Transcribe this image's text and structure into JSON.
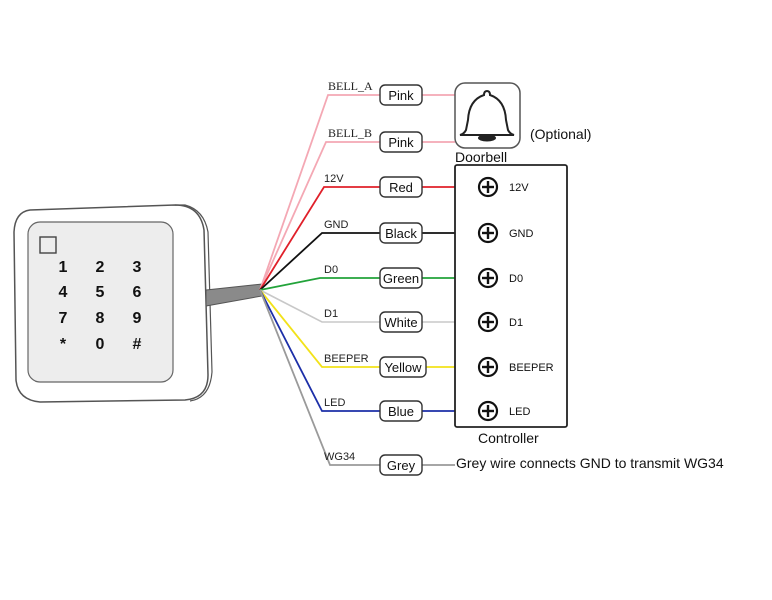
{
  "keypad": {
    "keys": [
      "1",
      "2",
      "3",
      "4",
      "5",
      "6",
      "7",
      "8",
      "9",
      "*",
      "0",
      "#"
    ]
  },
  "wires": [
    {
      "wire_label": "BELL_A",
      "color_name": "Pink",
      "stroke": "#f4a8b4"
    },
    {
      "wire_label": "BELL_B",
      "color_name": "Pink",
      "stroke": "#f4a8b4"
    },
    {
      "wire_label": "12V",
      "color_name": "Red",
      "stroke": "#e0202a"
    },
    {
      "wire_label": "GND",
      "color_name": "Black",
      "stroke": "#111111"
    },
    {
      "wire_label": "D0",
      "color_name": "Green",
      "stroke": "#22a33a"
    },
    {
      "wire_label": "D1",
      "color_name": "White",
      "stroke": "#c8c8c8"
    },
    {
      "wire_label": "BEEPER",
      "color_name": "Yellow",
      "stroke": "#f2e21a"
    },
    {
      "wire_label": "LED",
      "color_name": "Blue",
      "stroke": "#1c2fa8"
    },
    {
      "wire_label": "WG34",
      "color_name": "Grey",
      "stroke": "#9a9a9a"
    }
  ],
  "doorbell": {
    "label": "Doorbell",
    "note": "(Optional)",
    "icon": "bell-icon"
  },
  "controller": {
    "label": "Controller",
    "terminals": [
      "12V",
      "GND",
      "D0",
      "D1",
      "BEEPER",
      "LED"
    ],
    "terminal_icon": "plus-screw-icon"
  },
  "grey_note": "Grey wire connects GND to transmit WG34"
}
